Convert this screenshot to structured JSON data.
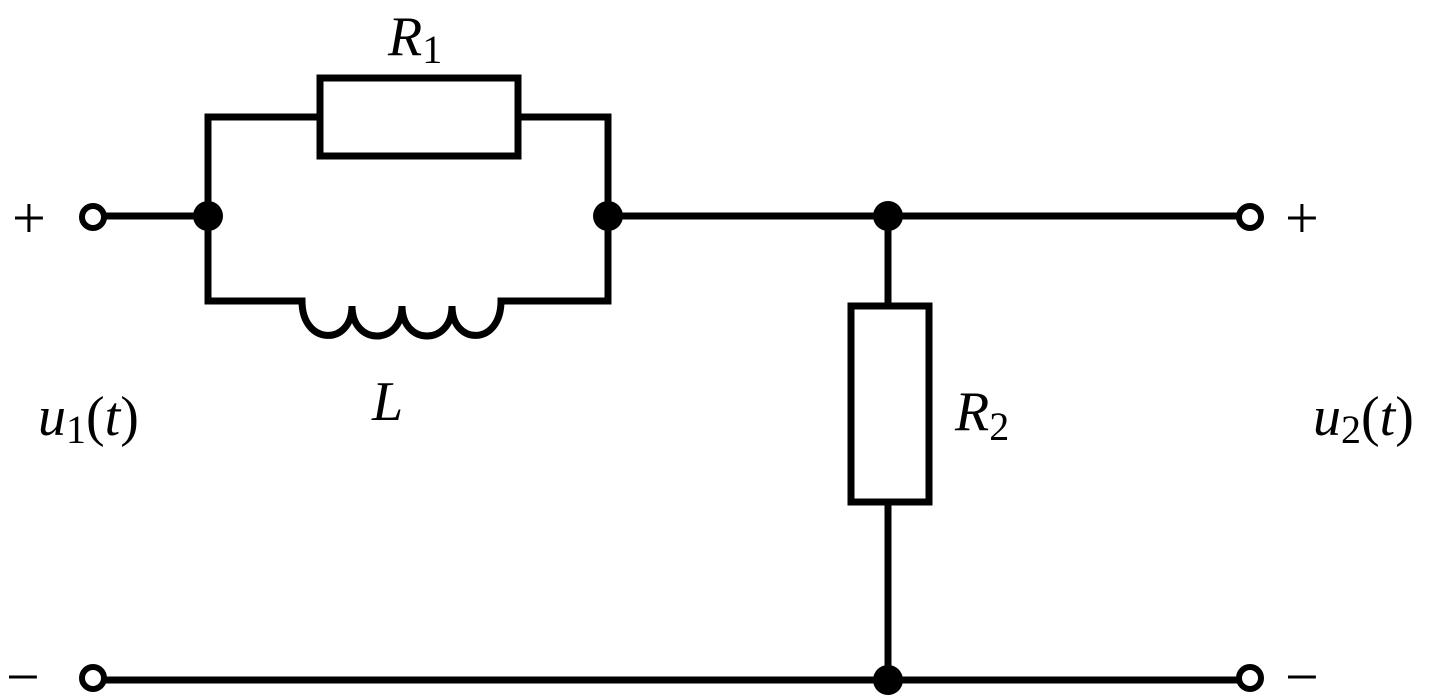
{
  "components": {
    "r1": {
      "symbol": "R",
      "subscript": "1"
    },
    "r2": {
      "symbol": "R",
      "subscript": "2"
    },
    "l": {
      "symbol": "L"
    }
  },
  "ports": {
    "input": {
      "symbol": "u",
      "subscript": "1",
      "suffix_open": "(",
      "arg": "t",
      "suffix_close": ")",
      "plus": "+",
      "minus": "−"
    },
    "output": {
      "symbol": "u",
      "subscript": "2",
      "suffix_open": "(",
      "arg": "t",
      "suffix_close": ")",
      "plus": "+",
      "minus": "−"
    }
  }
}
